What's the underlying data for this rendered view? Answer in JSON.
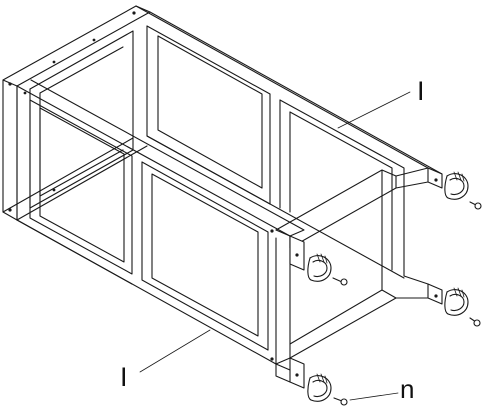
{
  "labels": {
    "top_rail": "I",
    "front_rail": "I",
    "clamp": "n"
  },
  "colors": {
    "line": "#1a1a1a",
    "background": "#ffffff"
  }
}
